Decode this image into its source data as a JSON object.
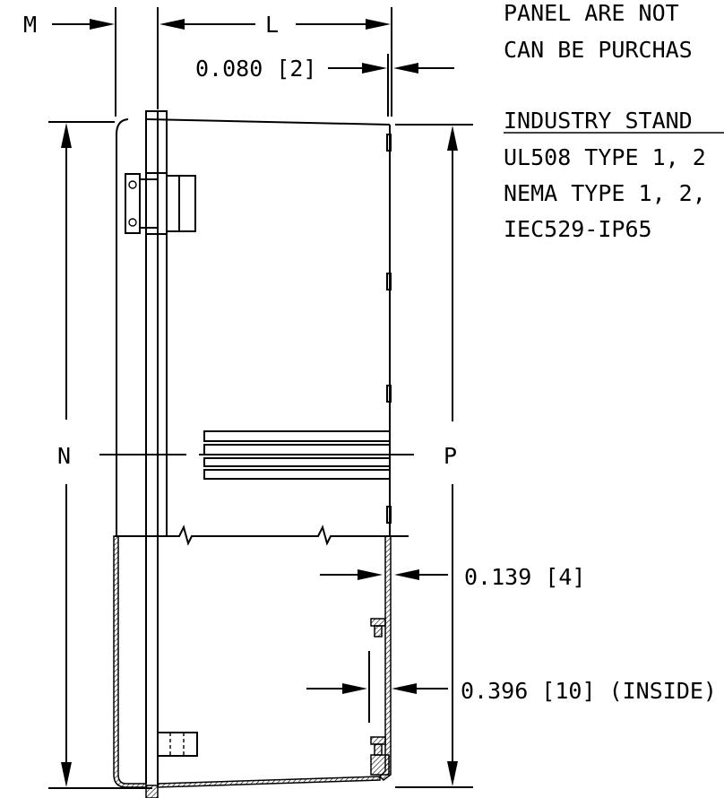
{
  "dimensions": {
    "m": "M",
    "l": "L",
    "n": "N",
    "p": "P",
    "thickness_top": "0.080 [2]",
    "wall": "0.139 [4]",
    "inside": "0.396 [10] (INSIDE)"
  },
  "notes": {
    "line1": "PANEL ARE NOT",
    "line2": "CAN BE PURCHAS",
    "standards_heading": "INDUSTRY STAND",
    "standards": [
      "UL508 TYPE 1, 2",
      "NEMA TYPE 1, 2,",
      "IEC529-IP65"
    ]
  }
}
